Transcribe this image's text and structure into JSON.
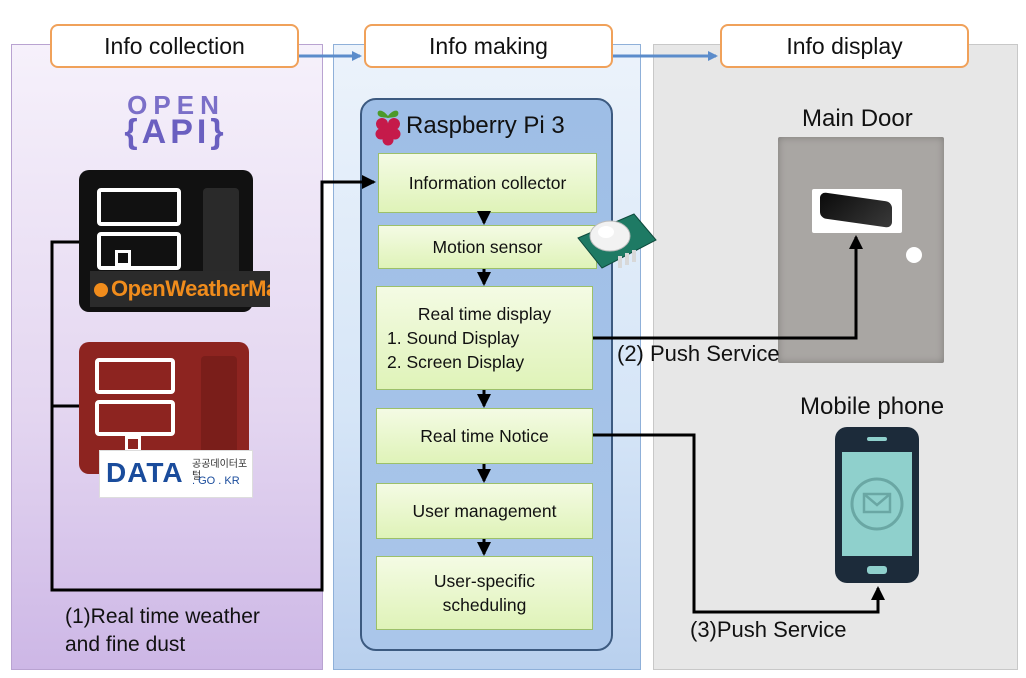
{
  "phases": {
    "collection": "Info collection",
    "making": "Info making",
    "display": "Info display"
  },
  "left": {
    "api_logo_top": "OPEN",
    "api_logo_bottom": "{API}",
    "owm_logo": "OpenWeatherMap",
    "data_logo_main": "DATA",
    "data_logo_korean": "공공데이터포털",
    "data_logo_domain": ". GO . KR",
    "caption_line1": "(1)Real time weather",
    "caption_line2": "and fine dust"
  },
  "pi": {
    "title": "Raspberry Pi 3",
    "steps": [
      {
        "label": "Information collector"
      },
      {
        "label": "Motion sensor"
      },
      {
        "lines": [
          "Real time display",
          "1. Sound Display",
          "2. Screen Display"
        ]
      },
      {
        "label": "Real time Notice"
      },
      {
        "label": "User management"
      },
      {
        "lines": [
          "User-specific",
          "scheduling"
        ]
      }
    ]
  },
  "right": {
    "main_door": "Main Door",
    "mobile_phone": "Mobile phone",
    "push2": "(2) Push Service",
    "push3": "(3)Push Service"
  },
  "colors": {
    "phase_border": "#f0a15a",
    "arrow_blue": "#5b8ccb",
    "step_fill": "#e4f5c4",
    "pi_box_border": "#3c5a80",
    "phone_screen": "#8fd0cc"
  }
}
